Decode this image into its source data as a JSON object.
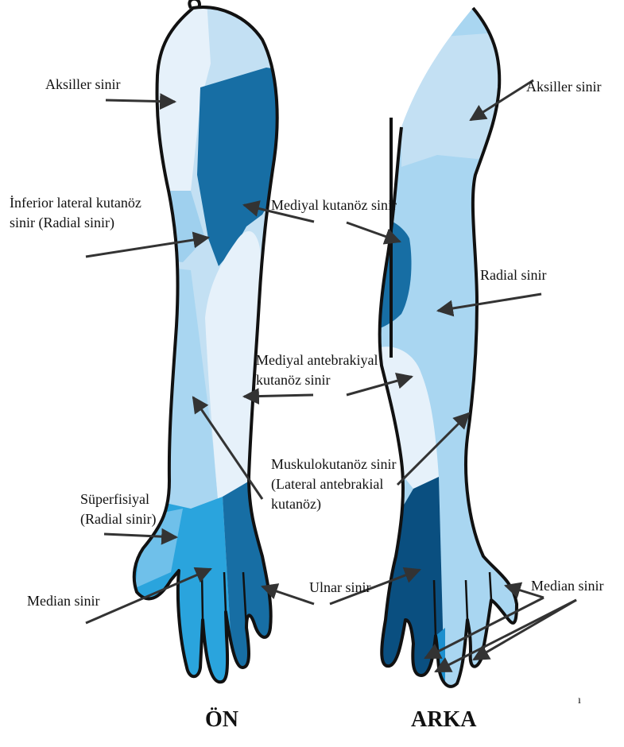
{
  "labels": {
    "aksiller_left": "Aksiller sinir",
    "aksiller_right": "Aksiller sinir",
    "inferior_line1": "İnferior lateral kutanöz",
    "inferior_line2": "sinir (Radial sinir)",
    "mediyal_kutanoz": "Mediyal kutanöz sinir",
    "radial": "Radial sinir",
    "antebrak_line1": "Mediyal antebrakiyal",
    "antebrak_line2": "kutanöz sinir",
    "musk_line1": "Muskulokutanöz sinir",
    "musk_line2": "(Lateral antebrakial",
    "musk_line3": "kutanöz)",
    "superf_line1": "Süperfisiyal",
    "superf_line2": "(Radial sinir)",
    "median_left": "Median sinir",
    "ulnar": "Ulnar sinir",
    "median_right": "Median sinir",
    "view_front": "ÖN",
    "view_back": "ARKA",
    "stray_mark": "ı"
  },
  "colors": {
    "outline": "#111111",
    "very_light_blue": "#e6f1fa",
    "light_blue": "#c3e0f3",
    "medium_blue": "#9fd0ee",
    "bright_blue": "#2aa4dd",
    "dark_blue": "#176ea4",
    "navy_blue": "#0a4f80",
    "arrow": "#333333"
  }
}
